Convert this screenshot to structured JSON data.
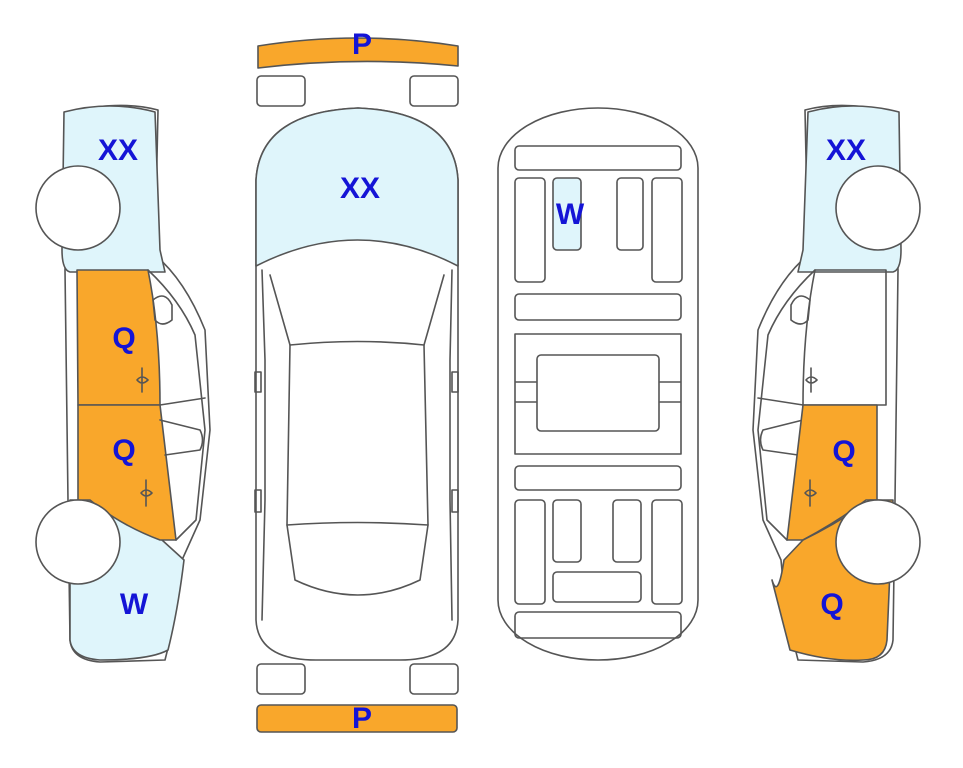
{
  "colors": {
    "label": "#1414d6",
    "light_blue": "#dff5fb",
    "orange": "#f9a72b",
    "outline": "#555555"
  },
  "views": {
    "left_side": {
      "label_front": "XX",
      "label_front_door": "Q",
      "label_rear_door": "Q",
      "label_rear": "W"
    },
    "top": {
      "label_front_bumper": "P",
      "label_hood": "XX",
      "label_rear_bumper": "P"
    },
    "underside": {
      "label_panel": "W"
    },
    "right_side": {
      "label_front": "XX",
      "label_rear_door": "Q",
      "label_rear": "Q"
    }
  }
}
